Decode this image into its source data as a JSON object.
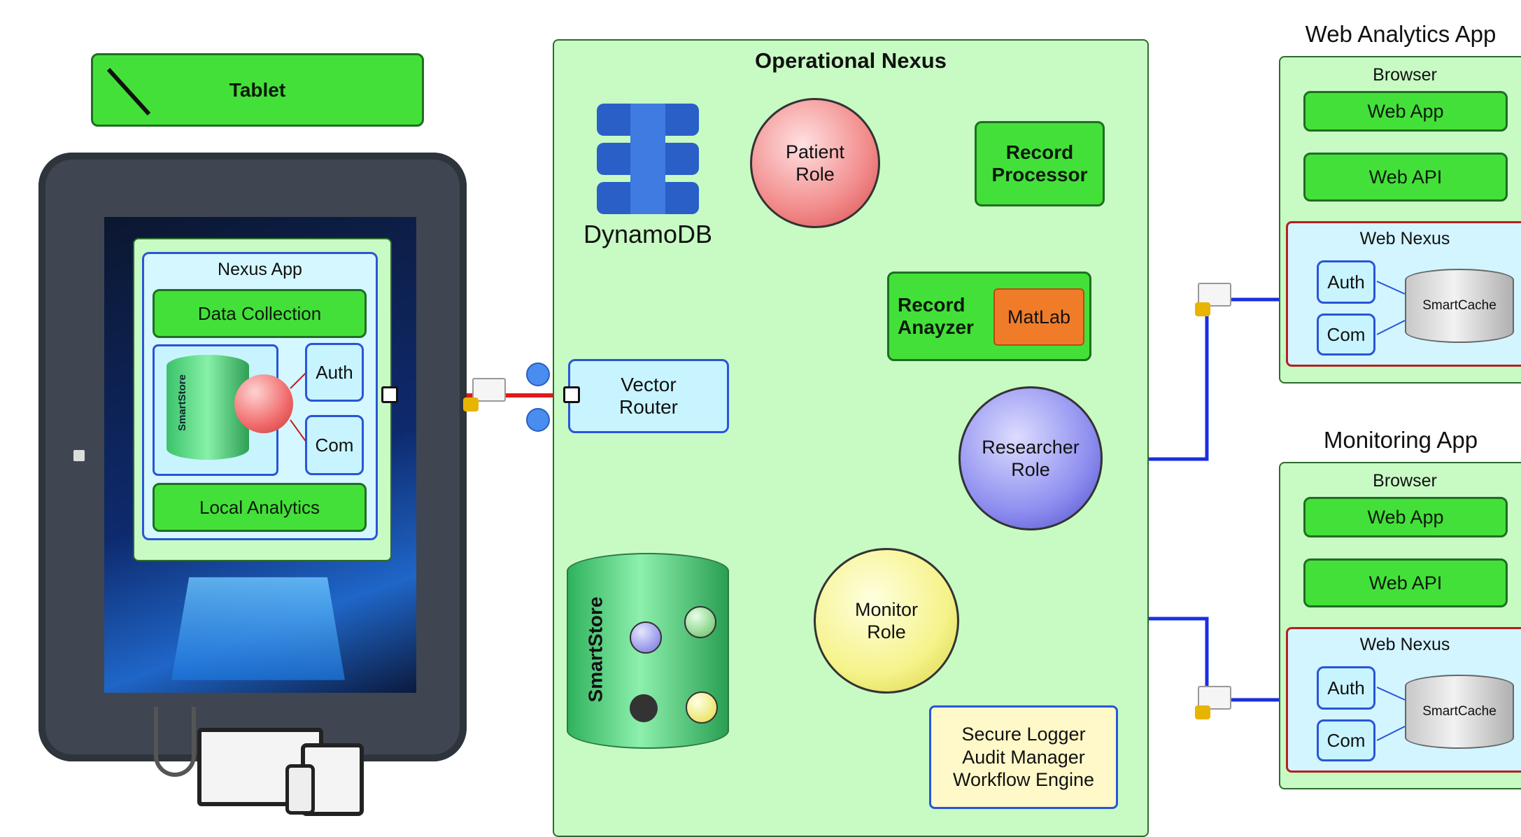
{
  "tablet": {
    "label": "Tablet",
    "nexus_app": {
      "title": "Nexus App",
      "data_collection": "Data Collection",
      "smartstore": "SmartStore",
      "auth": "Auth",
      "com": "Com",
      "local_analytics": "Local Analytics"
    }
  },
  "nexus": {
    "title": "Operational Nexus",
    "dynamodb": "DynamoDB",
    "patient_role": [
      "Patient",
      "Role"
    ],
    "record_processor": [
      "Record",
      "Processor"
    ],
    "record_analyzer": [
      "Record",
      "Anayzer"
    ],
    "matlab": "MatLab",
    "vector_router": [
      "Vector",
      "Router"
    ],
    "researcher_role": [
      "Researcher",
      "Role"
    ],
    "monitor_role": [
      "Monitor",
      "Role"
    ],
    "smartstore": "SmartStore",
    "services": [
      "Secure Logger",
      "Audit Manager",
      "Workflow Engine"
    ]
  },
  "web_analytics": {
    "title": "Web Analytics App",
    "browser": "Browser",
    "web_app": "Web App",
    "web_api": "Web API",
    "web_nexus": "Web Nexus",
    "auth": "Auth",
    "com": "Com",
    "smartcache": "SmartCache"
  },
  "monitoring": {
    "title": "Monitoring App",
    "browser": "Browser",
    "web_app": "Web App",
    "web_api": "Web API",
    "web_nexus": "Web Nexus",
    "auth": "Auth",
    "com": "Com",
    "smartcache": "SmartCache"
  },
  "colors": {
    "panel_green": "#c8fbc4",
    "box_green": "#44e03a",
    "link_blue": "#1a2ee0",
    "link_red": "#e01a1a",
    "patient_red": "#f28a8a",
    "researcher_blue": "#8e8ef0",
    "monitor_yellow": "#f5f38a",
    "matlab_orange": "#f07c2a"
  }
}
